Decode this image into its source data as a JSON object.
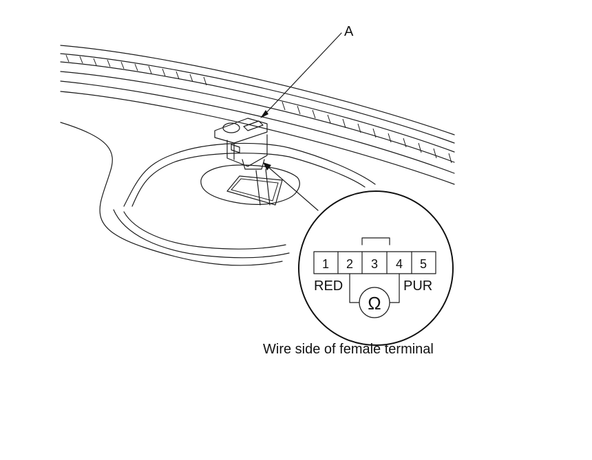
{
  "callout_label": "A",
  "connector": {
    "pins": [
      "1",
      "2",
      "3",
      "4",
      "5"
    ],
    "left_wire_color": "RED",
    "right_wire_color": "PUR",
    "meter_symbol": "Ω"
  },
  "caption": "Wire side of female terminal"
}
